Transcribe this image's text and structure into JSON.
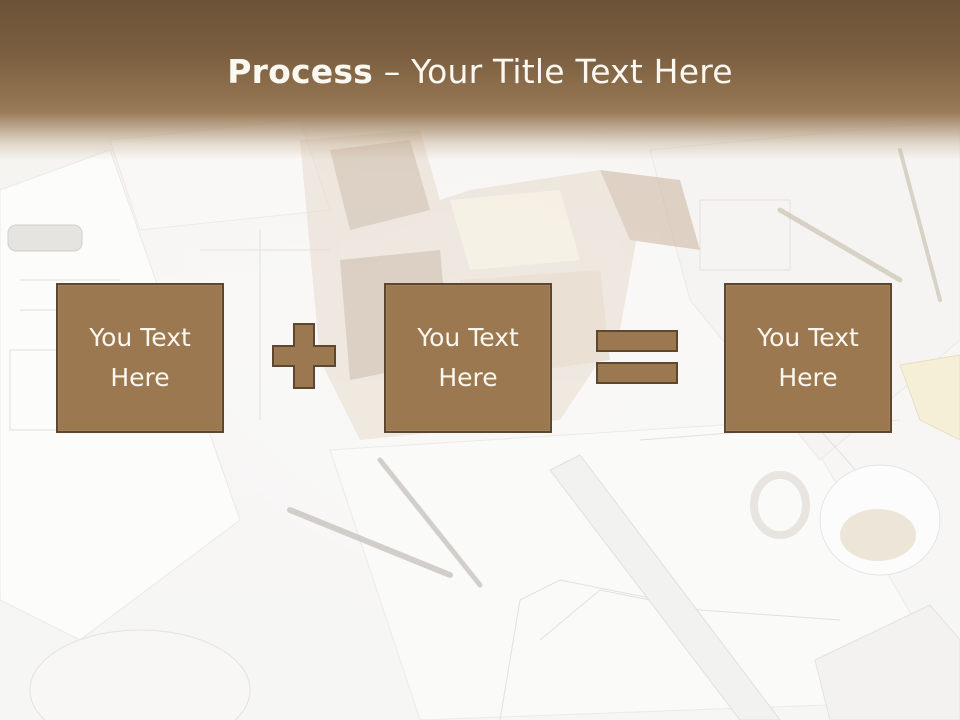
{
  "slide": {
    "title_bold": "Process",
    "title_rest": " – Your Title Text Here",
    "boxes": [
      {
        "text": "You Text\nHere"
      },
      {
        "text": "You Text\nHere"
      },
      {
        "text": "You Text\nHere"
      }
    ],
    "operators": [
      "plus-icon",
      "equals-icon"
    ],
    "colors": {
      "title_band": "#7b5f40",
      "box_fill": "#9b7850",
      "box_border": "#5d4730",
      "text": "#fbf6ee"
    }
  }
}
